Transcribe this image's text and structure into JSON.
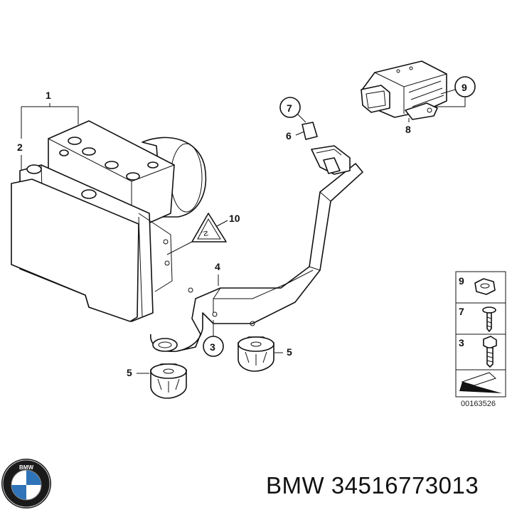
{
  "callouts": {
    "c1": "1",
    "c2": "2",
    "c3": "3",
    "c4": "4",
    "c5a": "5",
    "c5b": "5",
    "c6": "6",
    "c7": "7",
    "c8": "8",
    "c9": "9",
    "c10": "10"
  },
  "legend": {
    "items": [
      "9",
      "7",
      "3"
    ]
  },
  "doc_id": "00163526",
  "logo": {
    "text": "BMW"
  },
  "caption": {
    "brand": "BMW",
    "part_number": "34516773013"
  }
}
